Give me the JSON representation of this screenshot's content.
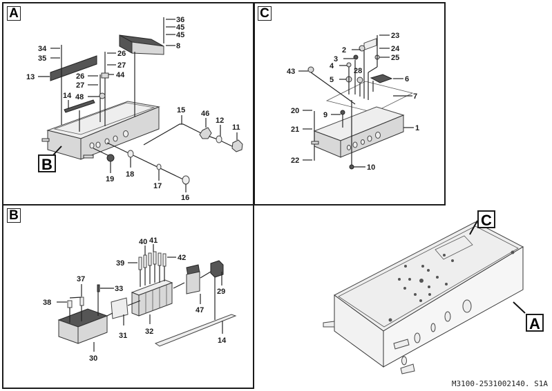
{
  "panels": {
    "A": {
      "label": "A",
      "callouts": [
        "36",
        "45",
        "45",
        "8",
        "34",
        "35",
        "26",
        "27",
        "13",
        "26",
        "44",
        "27",
        "14",
        "48",
        "15",
        "46",
        "12",
        "11",
        "19",
        "18",
        "17",
        "16"
      ],
      "inset_ref": "B"
    },
    "B": {
      "label": "B",
      "callouts": [
        "40",
        "41",
        "39",
        "42",
        "37",
        "33",
        "38",
        "47",
        "29",
        "31",
        "32",
        "14",
        "30"
      ]
    },
    "C": {
      "label": "C",
      "callouts": [
        "23",
        "2",
        "24",
        "3",
        "25",
        "4",
        "28",
        "43",
        "5",
        "6",
        "7",
        "20",
        "9",
        "1",
        "21",
        "22",
        "10"
      ]
    },
    "overview": {
      "ref_top": "C",
      "ref_side": "A"
    }
  },
  "footer": {
    "drawing_id": "M3100-2531002140. S1A"
  }
}
